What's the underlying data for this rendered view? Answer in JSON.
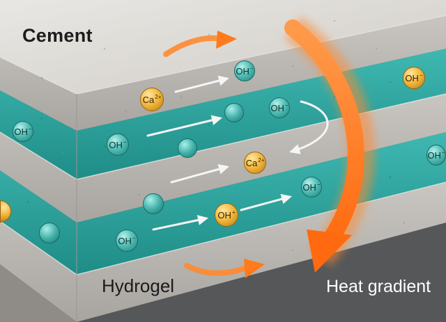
{
  "labels": {
    "cement": "Cement",
    "hydrogel": "Hydrogel",
    "heat_gradient": "Heat gradient"
  },
  "ions": {
    "oh": {
      "base": "OH",
      "charge": "−"
    },
    "ca": {
      "base": "Ca",
      "charge": "2+"
    },
    "oh_plus": {
      "base": "OH",
      "charge": "+"
    }
  },
  "colors": {
    "cement": "#c7c5c1",
    "hydrogel": "#2fa7a1",
    "heat_arrow": "#ff7a1a",
    "ion_oh": "#53bfb7",
    "ion_ca": "#f0b53a"
  }
}
